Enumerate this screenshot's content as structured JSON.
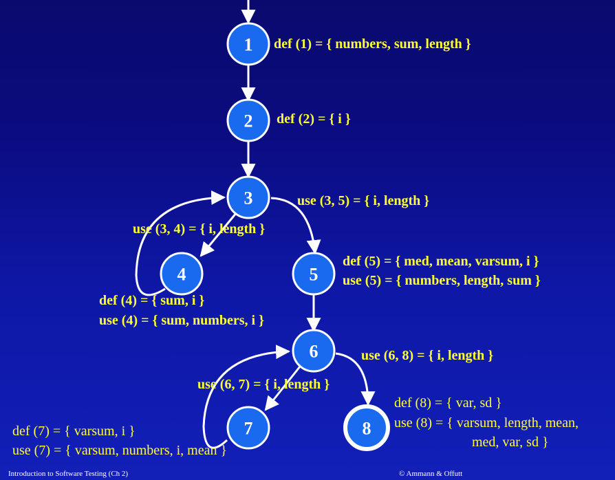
{
  "nodes": [
    {
      "id": "n1",
      "label": "1"
    },
    {
      "id": "n2",
      "label": "2"
    },
    {
      "id": "n3",
      "label": "3"
    },
    {
      "id": "n4",
      "label": "4"
    },
    {
      "id": "n5",
      "label": "5"
    },
    {
      "id": "n6",
      "label": "6"
    },
    {
      "id": "n7",
      "label": "7"
    },
    {
      "id": "n8",
      "label": "8",
      "final": true
    }
  ],
  "annotations": {
    "def1": "def (1) = { numbers, sum, length }",
    "def2": "def (2) = { i }",
    "use35": "use (3, 5) = { i, length }",
    "use34": "use (3, 4) = { i, length }",
    "def5": "def (5) = { med, mean, varsum, i }",
    "use5": "use (5) = { numbers, length, sum }",
    "def4": "def (4) = { sum, i }",
    "use4": "use (4) = { sum, numbers, i }",
    "use68": "use (6, 8) = { i, length }",
    "use67": "use (6, 7) = { i, length }",
    "def8": "def (8) = { var, sd }",
    "use8_line1": "use (8) = { varsum, length, mean,",
    "use8_line2": "med, var, sd }",
    "def7": "def (7) = { varsum, i }",
    "use7": "use (7) = { varsum, numbers, i, mean }"
  },
  "footer": {
    "left": "Introduction to Software Testing  (Ch 2)",
    "right": "© Ammann & Offutt"
  },
  "colors": {
    "node_fill": "#1a6af0",
    "node_stroke": "#ffffff",
    "edge": "#ffffff",
    "annotation": "#ffff33"
  }
}
